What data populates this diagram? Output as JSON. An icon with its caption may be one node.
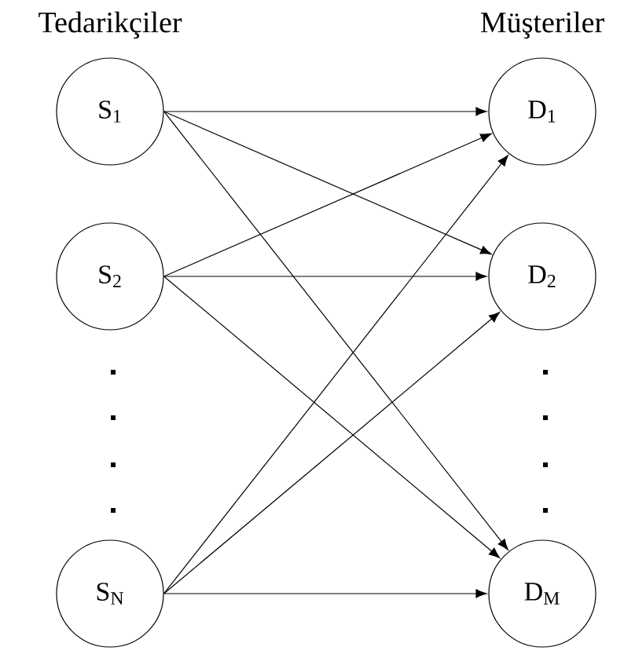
{
  "diagram": {
    "nodes": [
      {
        "text": [
          "S$_{1}$"
        ]
      },
      {
        "text": [
          "S$_{2}$"
        ]
      },
      {
        "text": [
          "S$_{N}$"
        ]
      },
      {
        "text": [
          "D$_{1}$"
        ]
      },
      {
        "text": [
          "D$_{2}$"
        ]
      },
      {
        "text": [
          "D$_{M}$"
        ]
      }
    ],
    "edges": [
      {
        "from": 0,
        "to": 3,
        "arrow": "to"
      },
      {
        "from": 0,
        "to": 4,
        "arrow": "to"
      },
      {
        "from": 0,
        "to": 5,
        "arrow": "to"
      },
      {
        "from": 1,
        "to": 3,
        "arrow": "to"
      },
      {
        "from": 1,
        "to": 4,
        "arrow": "to"
      },
      {
        "from": 1,
        "to": 5,
        "arrow": "to"
      },
      {
        "from": 2,
        "to": 3,
        "arrow": "to"
      },
      {
        "from": 2,
        "to": 4,
        "arrow": "to"
      },
      {
        "from": 2,
        "to": 5,
        "arrow": "to"
      }
    ],
    "labels": [
      "Tedarikçiler",
      "Müşteriler"
    ]
  }
}
